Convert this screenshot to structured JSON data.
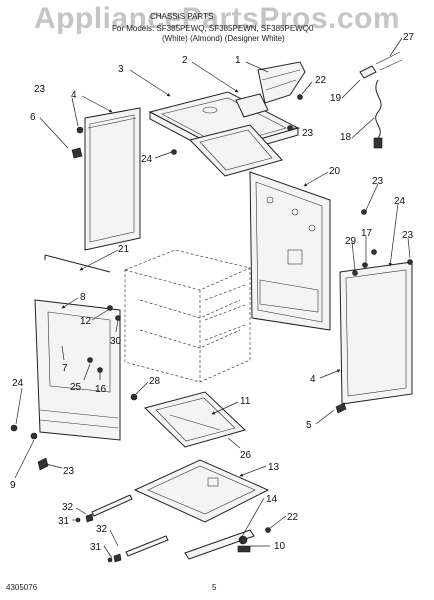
{
  "watermark": "AppliancePartsPros.com",
  "header": {
    "title": "CHASSIS PARTS",
    "line1": "For Models: SF385PEWQ, SF385PEWN, SF385PEWQ0",
    "line2": "(White)        (Almond)   (Designer White)"
  },
  "footer": {
    "code": "4305076",
    "page": "5"
  },
  "callouts": [
    "1",
    "2",
    "3",
    "4",
    "6",
    "23",
    "22",
    "27",
    "19",
    "18",
    "23",
    "24",
    "20",
    "23",
    "24",
    "29",
    "17",
    "23",
    "21",
    "8",
    "12",
    "30",
    "7",
    "25",
    "16",
    "28",
    "4",
    "11",
    "24",
    "9",
    "23",
    "5",
    "26",
    "13",
    "14",
    "22",
    "32",
    "31",
    "32",
    "31",
    "10"
  ]
}
